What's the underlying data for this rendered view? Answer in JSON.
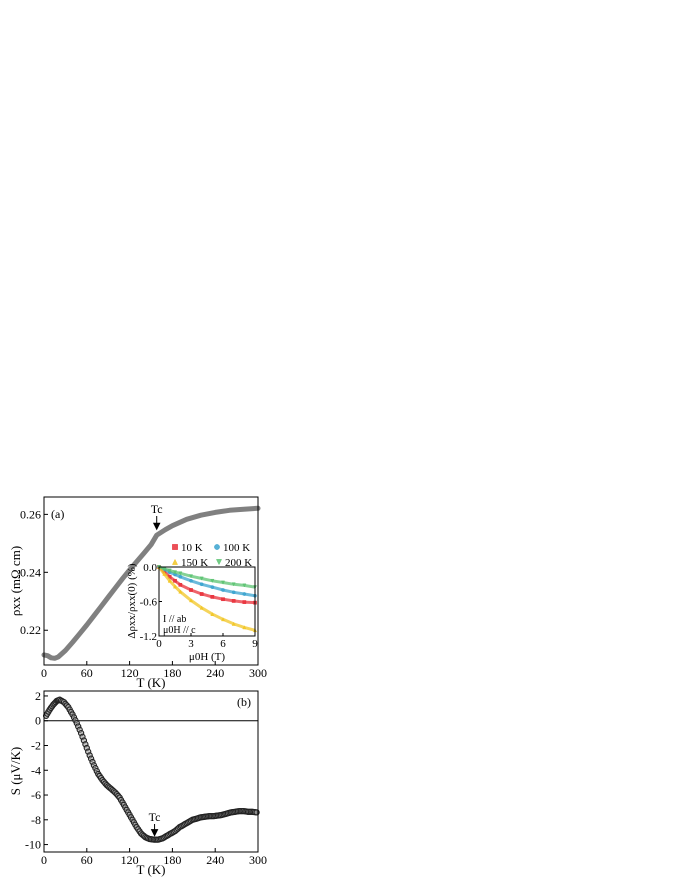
{
  "chart_data": [
    {
      "panel": "(a)",
      "type": "line",
      "xlabel": "T (K)",
      "ylabel": "ρxx (mΩ cm)",
      "xlim": [
        0,
        300
      ],
      "ylim": [
        0.208,
        0.266
      ],
      "xticks": [
        0,
        60,
        120,
        180,
        240,
        300
      ],
      "yticks": [
        0.22,
        0.24,
        0.26
      ],
      "annotation": "Tc",
      "annotation_x": 158,
      "series": [
        {
          "color": "#808080",
          "x": [
            0,
            5,
            10,
            15,
            20,
            30,
            40,
            50,
            60,
            70,
            80,
            90,
            100,
            110,
            120,
            130,
            140,
            150,
            158,
            170,
            180,
            200,
            220,
            240,
            260,
            280,
            300
          ],
          "y": [
            0.2115,
            0.2112,
            0.2105,
            0.2103,
            0.2108,
            0.213,
            0.2158,
            0.2188,
            0.2218,
            0.225,
            0.2282,
            0.2314,
            0.2346,
            0.2378,
            0.2408,
            0.2437,
            0.2466,
            0.2495,
            0.2528,
            0.2547,
            0.2561,
            0.2583,
            0.2597,
            0.2607,
            0.2614,
            0.2618,
            0.2621
          ]
        }
      ],
      "inset": {
        "type": "scatter",
        "xlabel": "μ0H (T)",
        "ylabel": "Δρxx/ρxx(0) (%)",
        "xlim": [
          0,
          9
        ],
        "ylim": [
          -1.2,
          0.0
        ],
        "xticks": [
          0,
          3,
          6,
          9
        ],
        "yticks": [
          0.0,
          -0.6,
          -1.2
        ],
        "note_lines": [
          "I // ab",
          "μ0H // c"
        ],
        "legend": [
          "10 K",
          "100 K",
          "150 K",
          "200 K"
        ],
        "series": [
          {
            "name": "10 K",
            "color": "#e8303a",
            "marker": "square",
            "x": [
              0,
              0.5,
              1,
              1.5,
              2,
              3,
              4,
              5,
              6,
              7,
              8,
              9
            ],
            "y": [
              0,
              -0.08,
              -0.17,
              -0.24,
              -0.31,
              -0.4,
              -0.47,
              -0.52,
              -0.56,
              -0.59,
              -0.61,
              -0.62
            ]
          },
          {
            "name": "100 K",
            "color": "#3aa3cf",
            "marker": "circle",
            "x": [
              0,
              0.5,
              1,
              1.5,
              2,
              3,
              4,
              5,
              6,
              7,
              8,
              9
            ],
            "y": [
              0,
              -0.04,
              -0.09,
              -0.13,
              -0.17,
              -0.24,
              -0.3,
              -0.35,
              -0.4,
              -0.44,
              -0.47,
              -0.5
            ]
          },
          {
            "name": "150 K",
            "color": "#f2c624",
            "marker": "triangle-up",
            "x": [
              0,
              0.5,
              1,
              1.5,
              2,
              3,
              4,
              5,
              6,
              7,
              8,
              9
            ],
            "y": [
              0,
              -0.12,
              -0.24,
              -0.34,
              -0.43,
              -0.58,
              -0.71,
              -0.82,
              -0.91,
              -0.99,
              -1.05,
              -1.1
            ]
          },
          {
            "name": "200 K",
            "color": "#5cc372",
            "marker": "triangle-down",
            "x": [
              0,
              0.5,
              1,
              1.5,
              2,
              3,
              4,
              5,
              6,
              7,
              8,
              9
            ],
            "y": [
              0,
              -0.03,
              -0.06,
              -0.09,
              -0.11,
              -0.16,
              -0.2,
              -0.24,
              -0.27,
              -0.3,
              -0.32,
              -0.35
            ]
          }
        ]
      }
    },
    {
      "panel": "(b)",
      "type": "scatter",
      "xlabel": "T (K)",
      "ylabel": "S (μV/K)",
      "xlim": [
        0,
        300
      ],
      "ylim": [
        -10.6,
        2.4
      ],
      "xticks": [
        0,
        60,
        120,
        180,
        240,
        300
      ],
      "yticks": [
        2,
        0,
        -2,
        -4,
        -6,
        -8,
        -10
      ],
      "annotation": "Tc",
      "annotation_x": 155,
      "reference_line_y": 0,
      "series": [
        {
          "color": "#222222",
          "marker": "circle-open",
          "x": [
            3,
            8,
            13,
            18,
            22,
            28,
            34,
            40,
            46,
            52,
            58,
            64,
            70,
            76,
            82,
            88,
            94,
            100,
            106,
            112,
            118,
            124,
            130,
            136,
            142,
            148,
            154,
            160,
            166,
            172,
            178,
            184,
            190,
            196,
            202,
            208,
            214,
            220,
            226,
            232,
            238,
            244,
            250,
            256,
            262,
            268,
            274,
            280,
            286,
            292,
            298
          ],
          "y": [
            0.4,
            0.9,
            1.3,
            1.6,
            1.7,
            1.5,
            1.1,
            0.5,
            -0.2,
            -1.0,
            -1.9,
            -2.8,
            -3.6,
            -4.3,
            -4.8,
            -5.2,
            -5.5,
            -5.8,
            -6.2,
            -6.8,
            -7.4,
            -8.0,
            -8.6,
            -9.1,
            -9.4,
            -9.55,
            -9.6,
            -9.6,
            -9.5,
            -9.3,
            -9.1,
            -8.9,
            -8.6,
            -8.4,
            -8.2,
            -8.0,
            -7.9,
            -7.8,
            -7.75,
            -7.7,
            -7.7,
            -7.65,
            -7.6,
            -7.5,
            -7.4,
            -7.35,
            -7.3,
            -7.3,
            -7.35,
            -7.35,
            -7.4
          ]
        }
      ]
    }
  ]
}
